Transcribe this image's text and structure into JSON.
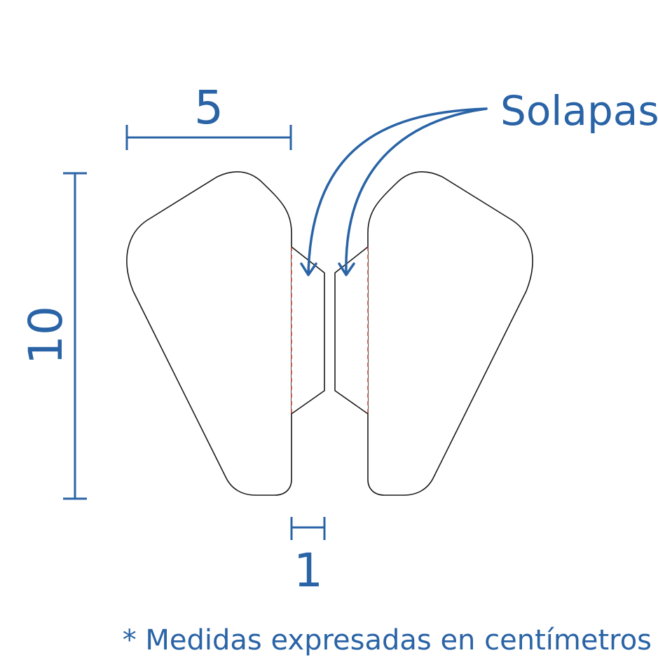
{
  "dimensions": {
    "width_label": "5",
    "height_label": "10",
    "gap_label": "1"
  },
  "callout": {
    "label": "Solapas"
  },
  "footnote": "* Medidas expresadas en centímetros",
  "colors": {
    "accent": "#2a64a6",
    "outline": "#1a1a1a",
    "fold_line": "#c0392b"
  }
}
